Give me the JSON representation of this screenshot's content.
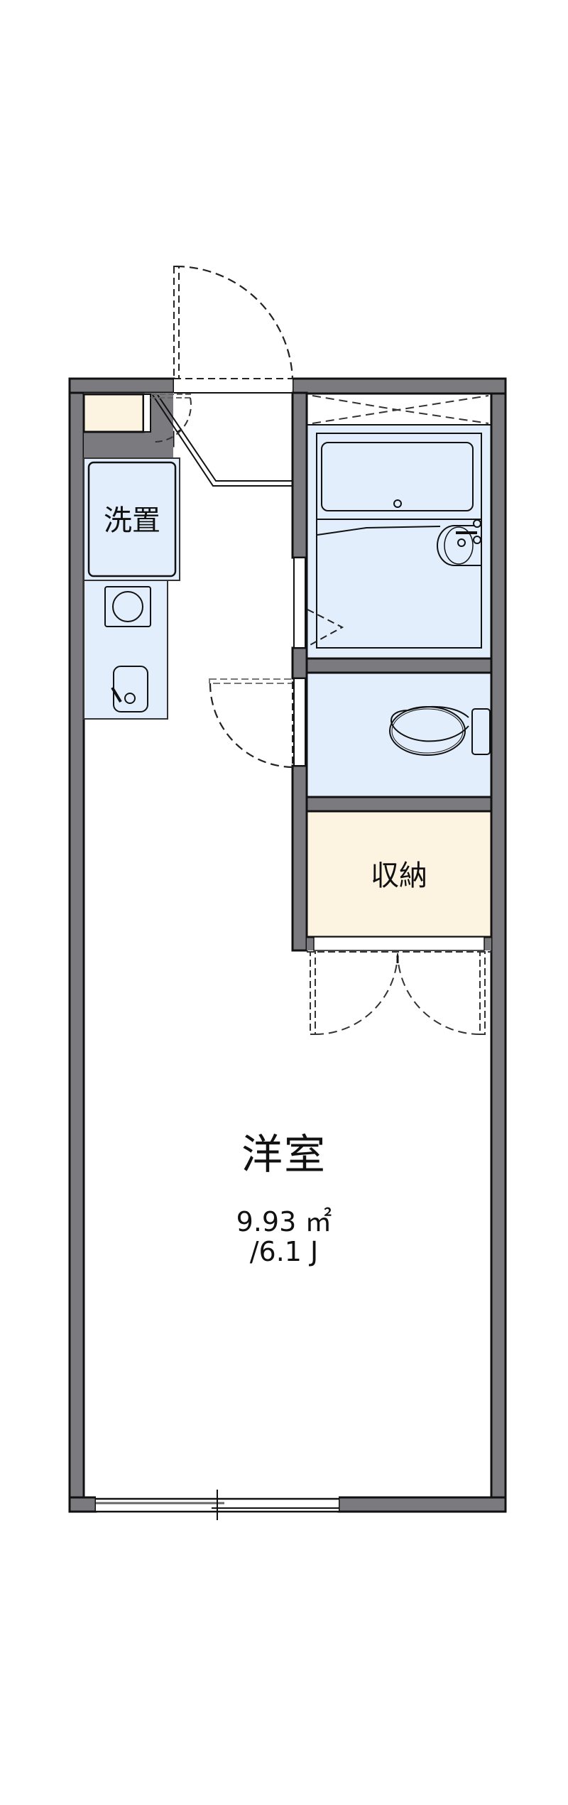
{
  "floor_plan": {
    "type": "1R apartment floor plan",
    "colors": {
      "wall": "#7b7a7f",
      "wall_outline": "#111111",
      "wet_area": "#e3eefc",
      "storage": "#fdf3e1",
      "floor": "#ffffff",
      "dash": "#333333"
    },
    "rooms": {
      "main": {
        "name": "洋室",
        "area": "9.93 ㎡",
        "tatami": "/6.1 J"
      },
      "washer": {
        "name": "洗置"
      },
      "closet": {
        "name": "収納"
      },
      "bathroom": {
        "name": ""
      },
      "toilet": {
        "name": ""
      },
      "kitchen": {
        "name": ""
      },
      "shoe_storage": {
        "name": ""
      }
    }
  }
}
